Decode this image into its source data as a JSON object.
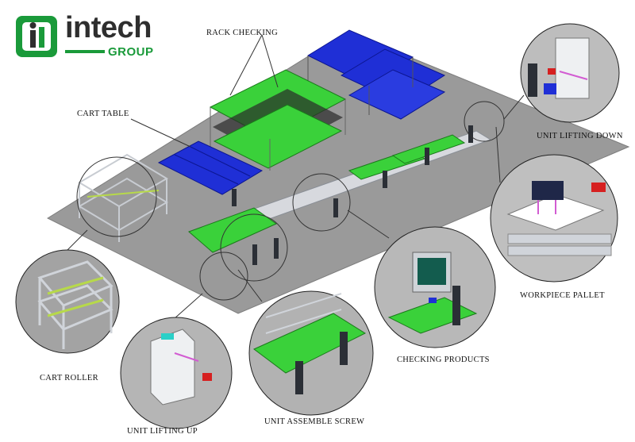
{
  "logo": {
    "word": "intech",
    "sub": "GROUP",
    "brand_green": "#1a9a3a",
    "brand_dark": "#2e2e2e"
  },
  "labels": {
    "rack_checking": "RACK CHECKING",
    "cart_table": "CART TABLE",
    "unit_lifting_down": "UNIT LIFTING DOWN",
    "workpiece_pallet": "WORKPIECE PALLET",
    "checking_products": "CHECKING PRODUCTS",
    "cart_roller": "CART ROLLER",
    "unit_assemble_screw": "UNIT ASSEMBLE SCREW",
    "unit_lifting_up": "UNIT LIFTING UP"
  },
  "colors": {
    "floor": "#9a9a9a",
    "conveyor_green": "#3ad13a",
    "rack_blue": "#1f2fd6",
    "frame_gray": "#c8ccd2"
  }
}
